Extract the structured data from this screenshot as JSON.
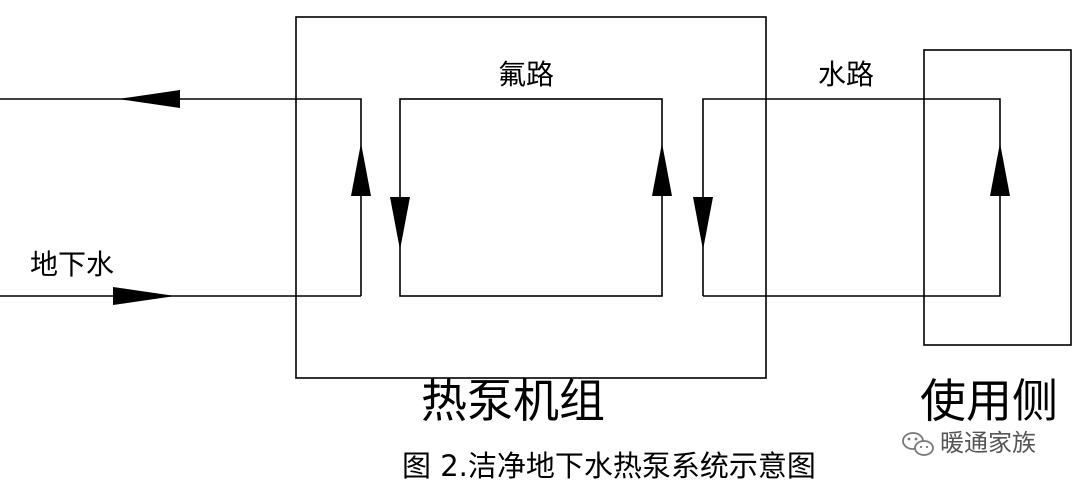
{
  "labels": {
    "fluorine_circuit": "氟路",
    "water_circuit": "水路",
    "groundwater": "地下水",
    "heat_pump_unit": "热泵机组",
    "user_side": "使用侧"
  },
  "caption": "图 2.洁净地下水热泵系统示意图",
  "watermark": "暖通家族",
  "icons": {
    "watermark_logo": "wechat-icon"
  },
  "colors": {
    "line": "#000000",
    "background": "#ffffff"
  }
}
